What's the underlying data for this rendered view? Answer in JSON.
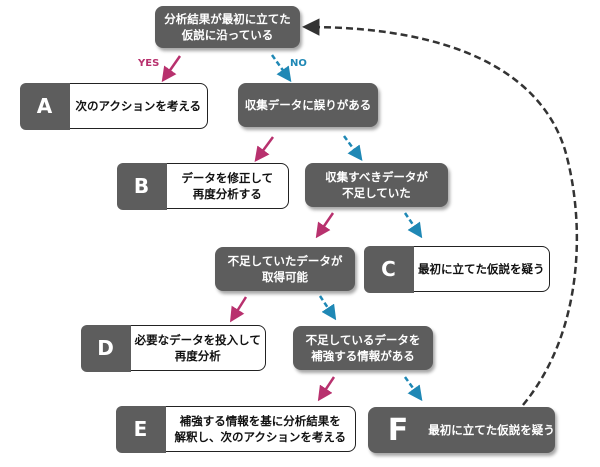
{
  "colors": {
    "yes": "#b8316e",
    "no": "#1f88b5",
    "box": "#5d5d5d",
    "loop": "#333333"
  },
  "labels": {
    "yes": "YES",
    "no": "NO"
  },
  "questions": {
    "q1": "分析結果が最初に立てた\n仮説に沿っている",
    "q2": "収集データに誤りがある",
    "q3": "収集すべきデータが\n不足していた",
    "q4": "不足していたデータが\n取得可能",
    "q5": "不足しているデータを\n補強する情報がある"
  },
  "outcomes": {
    "a": {
      "letter": "A",
      "text": "次のアクションを考える"
    },
    "b": {
      "letter": "B",
      "text": "データを修正して\n再度分析する"
    },
    "c": {
      "letter": "C",
      "text": "最初に立てた仮説を疑う"
    },
    "d": {
      "letter": "D",
      "text": "必要なデータを投入して\n再度分析"
    },
    "e": {
      "letter": "E",
      "text": "補強する情報を基に分析結果を\n解釈し、次のアクションを考える"
    },
    "f": {
      "letter": "F",
      "text": "最初に立てた仮説を疑う"
    }
  }
}
